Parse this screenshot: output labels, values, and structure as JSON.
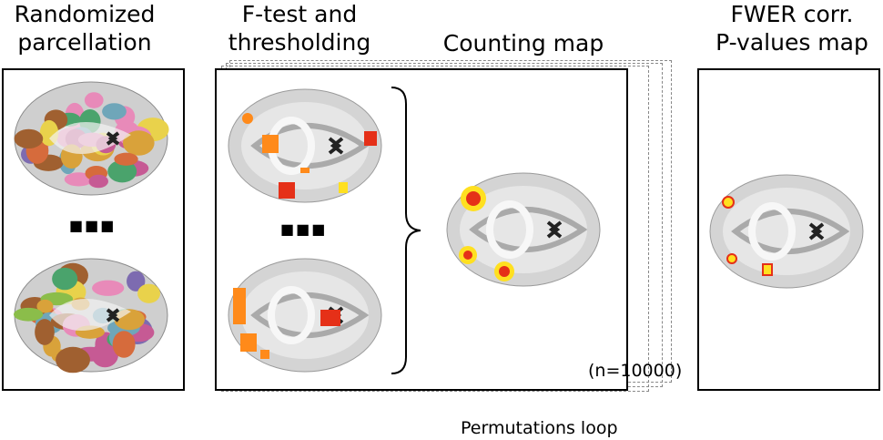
{
  "titles": {
    "randomized": [
      "Randomized",
      "parcellation"
    ],
    "ftest": [
      "F-test and",
      "thresholding"
    ],
    "counting": "Counting map",
    "fwer": [
      "FWER corr.",
      "P-values map"
    ]
  },
  "ellipsis": "■■■",
  "n_label": "(n=10000)",
  "loop_label": "Permutations loop",
  "colors": {
    "parcel_palette": [
      "#c65a94",
      "#d9a23a",
      "#6fa6b9",
      "#8bbd4a",
      "#e88ab9",
      "#7d6bb0",
      "#e9d24b",
      "#d66b3c",
      "#4aa36c",
      "#a06030"
    ],
    "hot_red": "#e53018",
    "hot_orange": "#ff8a1a",
    "hot_yellow": "#ffe020"
  }
}
